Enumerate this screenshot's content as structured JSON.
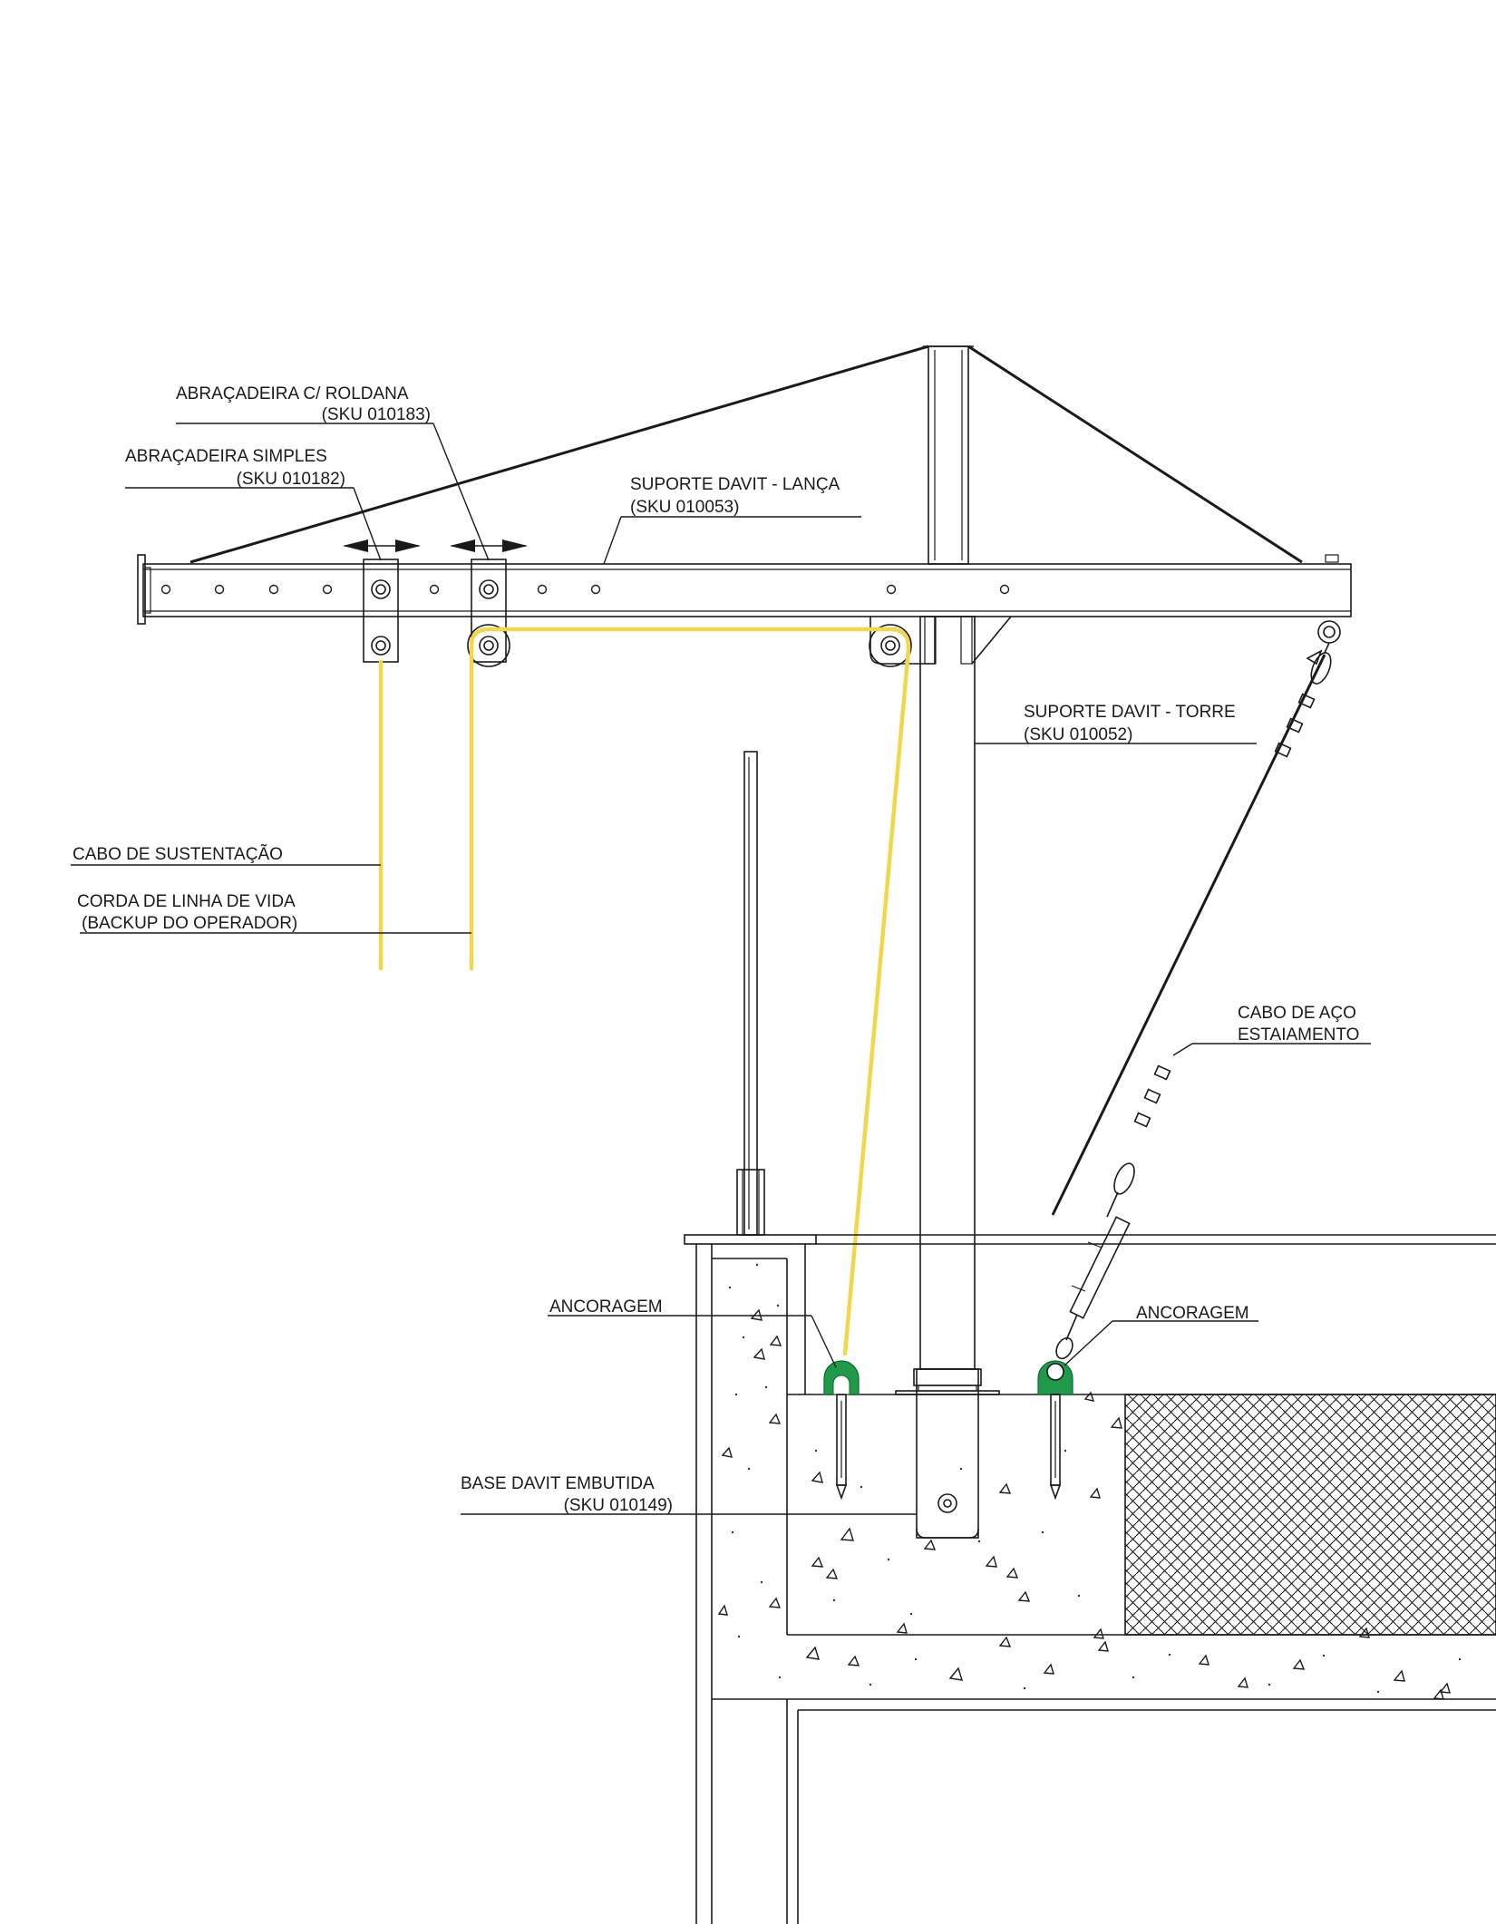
{
  "labels": {
    "abracadeira_roldana": "ABRAÇADEIRA C/ ROLDANA",
    "abracadeira_roldana_sku": "(SKU 010183)",
    "abracadeira_simples": "ABRAÇADEIRA SIMPLES",
    "abracadeira_simples_sku": "(SKU 010182)",
    "suporte_lanca": "SUPORTE DAVIT - LANÇA",
    "suporte_lanca_sku": "(SKU 010053)",
    "suporte_torre": "SUPORTE DAVIT - TORRE",
    "suporte_torre_sku": "(SKU 010052)",
    "cabo_sustentacao": "CABO DE SUSTENTAÇÃO",
    "corda_linha_vida": "CORDA DE LINHA DE VIDA",
    "corda_backup": "(BACKUP DO OPERADOR)",
    "cabo_aco": "CABO DE AÇO",
    "estaiamento": "ESTAIAMENTO",
    "ancoragem_left": "ANCORAGEM",
    "ancoragem_right": "ANCORAGEM",
    "base_davit": "BASE DAVIT EMBUTIDA",
    "base_davit_sku": "(SKU 010149)"
  },
  "colors": {
    "rope": "#f2d64b",
    "anchor": "#1e9a4a",
    "line": "#1a1a1a",
    "background": "#ffffff"
  }
}
